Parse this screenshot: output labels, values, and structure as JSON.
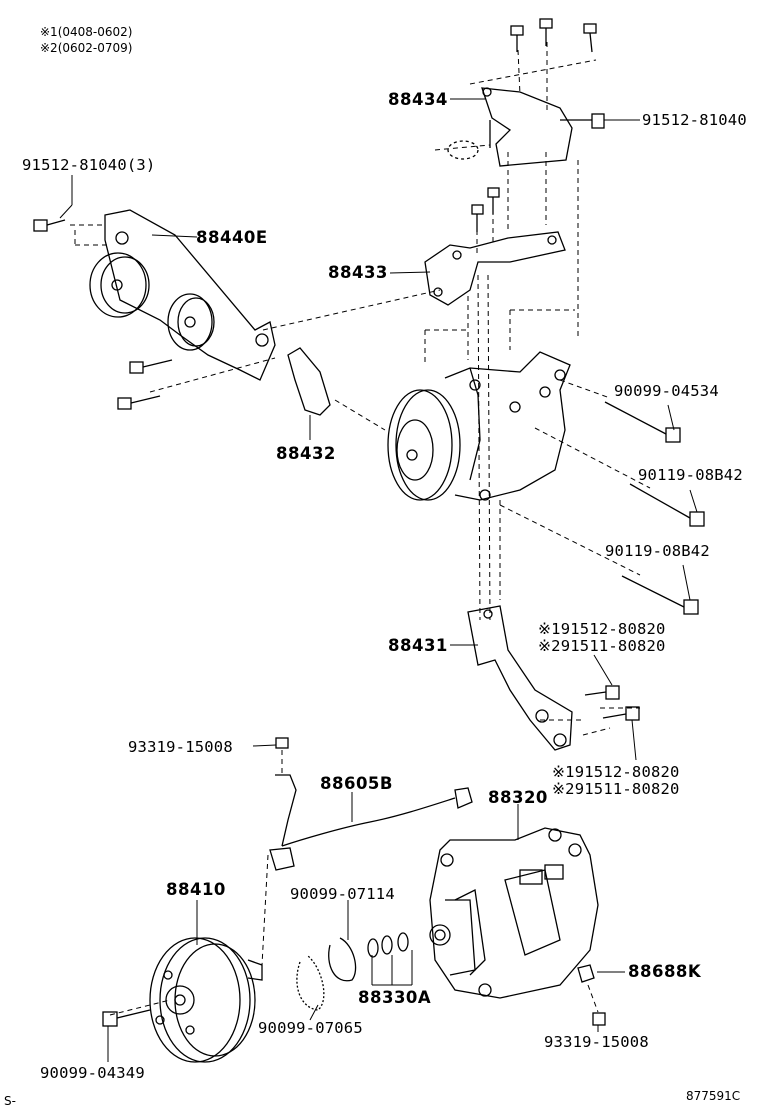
{
  "notes": {
    "note1": "※1(0408-0602)",
    "note2": "※2(0602-0709)"
  },
  "labels": {
    "p88434": "88434",
    "p91512_81040_right": "91512-81040",
    "p91512_81040_3": "91512-81040(3)",
    "p88440E": "88440E",
    "p88433": "88433",
    "p88432": "88432",
    "p90099_04534": "90099-04534",
    "p90119_08B42_a": "90119-08B42",
    "p90119_08B42_b": "90119-08B42",
    "p88431": "88431",
    "p91512_80820_a": "※191512-80820",
    "p91511_80820_a": "※291511-80820",
    "p91512_80820_b": "※191512-80820",
    "p91511_80820_b": "※291511-80820",
    "p93319_15008_a": "93319-15008",
    "p88605B": "88605B",
    "p88320": "88320",
    "p88410": "88410",
    "p90099_07114": "90099-07114",
    "p88330A": "88330A",
    "p88688K": "88688K",
    "p90099_07065": "90099-07065",
    "p93319_15008_b": "93319-15008",
    "p90099_04349": "90099-04349"
  },
  "footer": {
    "left_code": "S-",
    "diagram_id": "877591C"
  }
}
